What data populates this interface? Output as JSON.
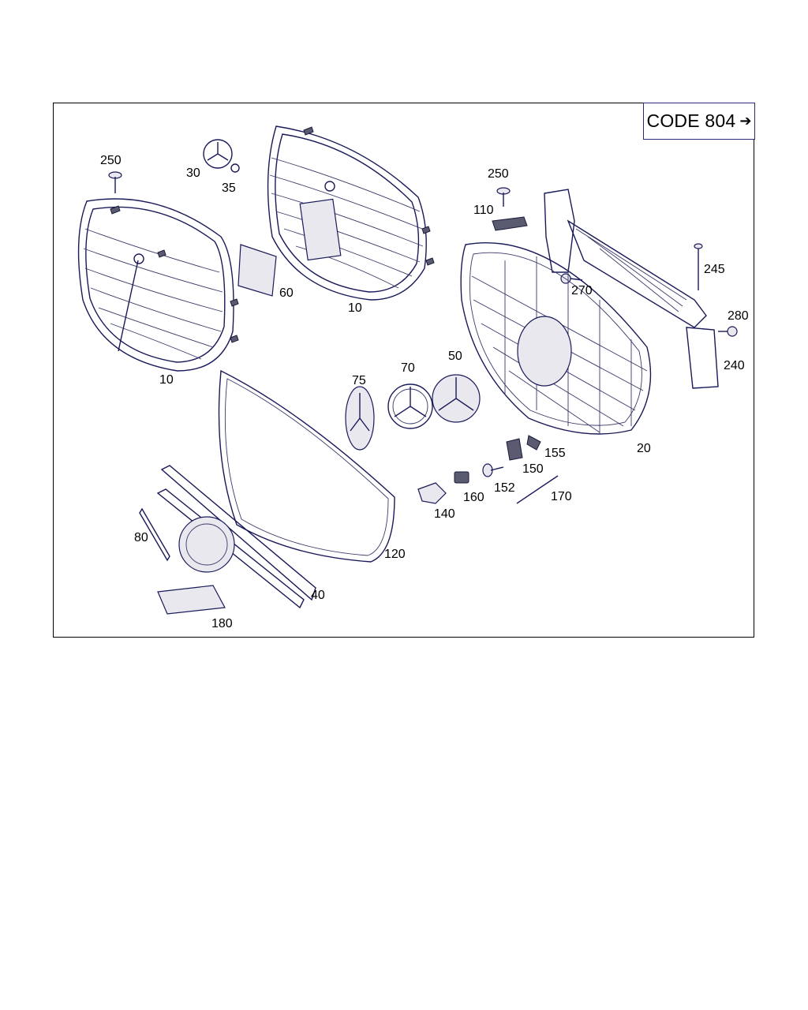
{
  "header": {
    "code_label": "CODE 804",
    "code_arrow": "➔"
  },
  "labels": {
    "p10a": "10",
    "p10b": "10",
    "p20": "20",
    "p30": "30",
    "p35": "35",
    "p40": "40",
    "p50": "50",
    "p60": "60",
    "p70": "70",
    "p75": "75",
    "p80": "80",
    "p110": "110",
    "p120": "120",
    "p140": "140",
    "p150": "150",
    "p152": "152",
    "p155": "155",
    "p160": "160",
    "p170": "170",
    "p180": "180",
    "p240": "240",
    "p245": "245",
    "p250a": "250",
    "p250b": "250",
    "p270": "270",
    "p280": "280"
  }
}
